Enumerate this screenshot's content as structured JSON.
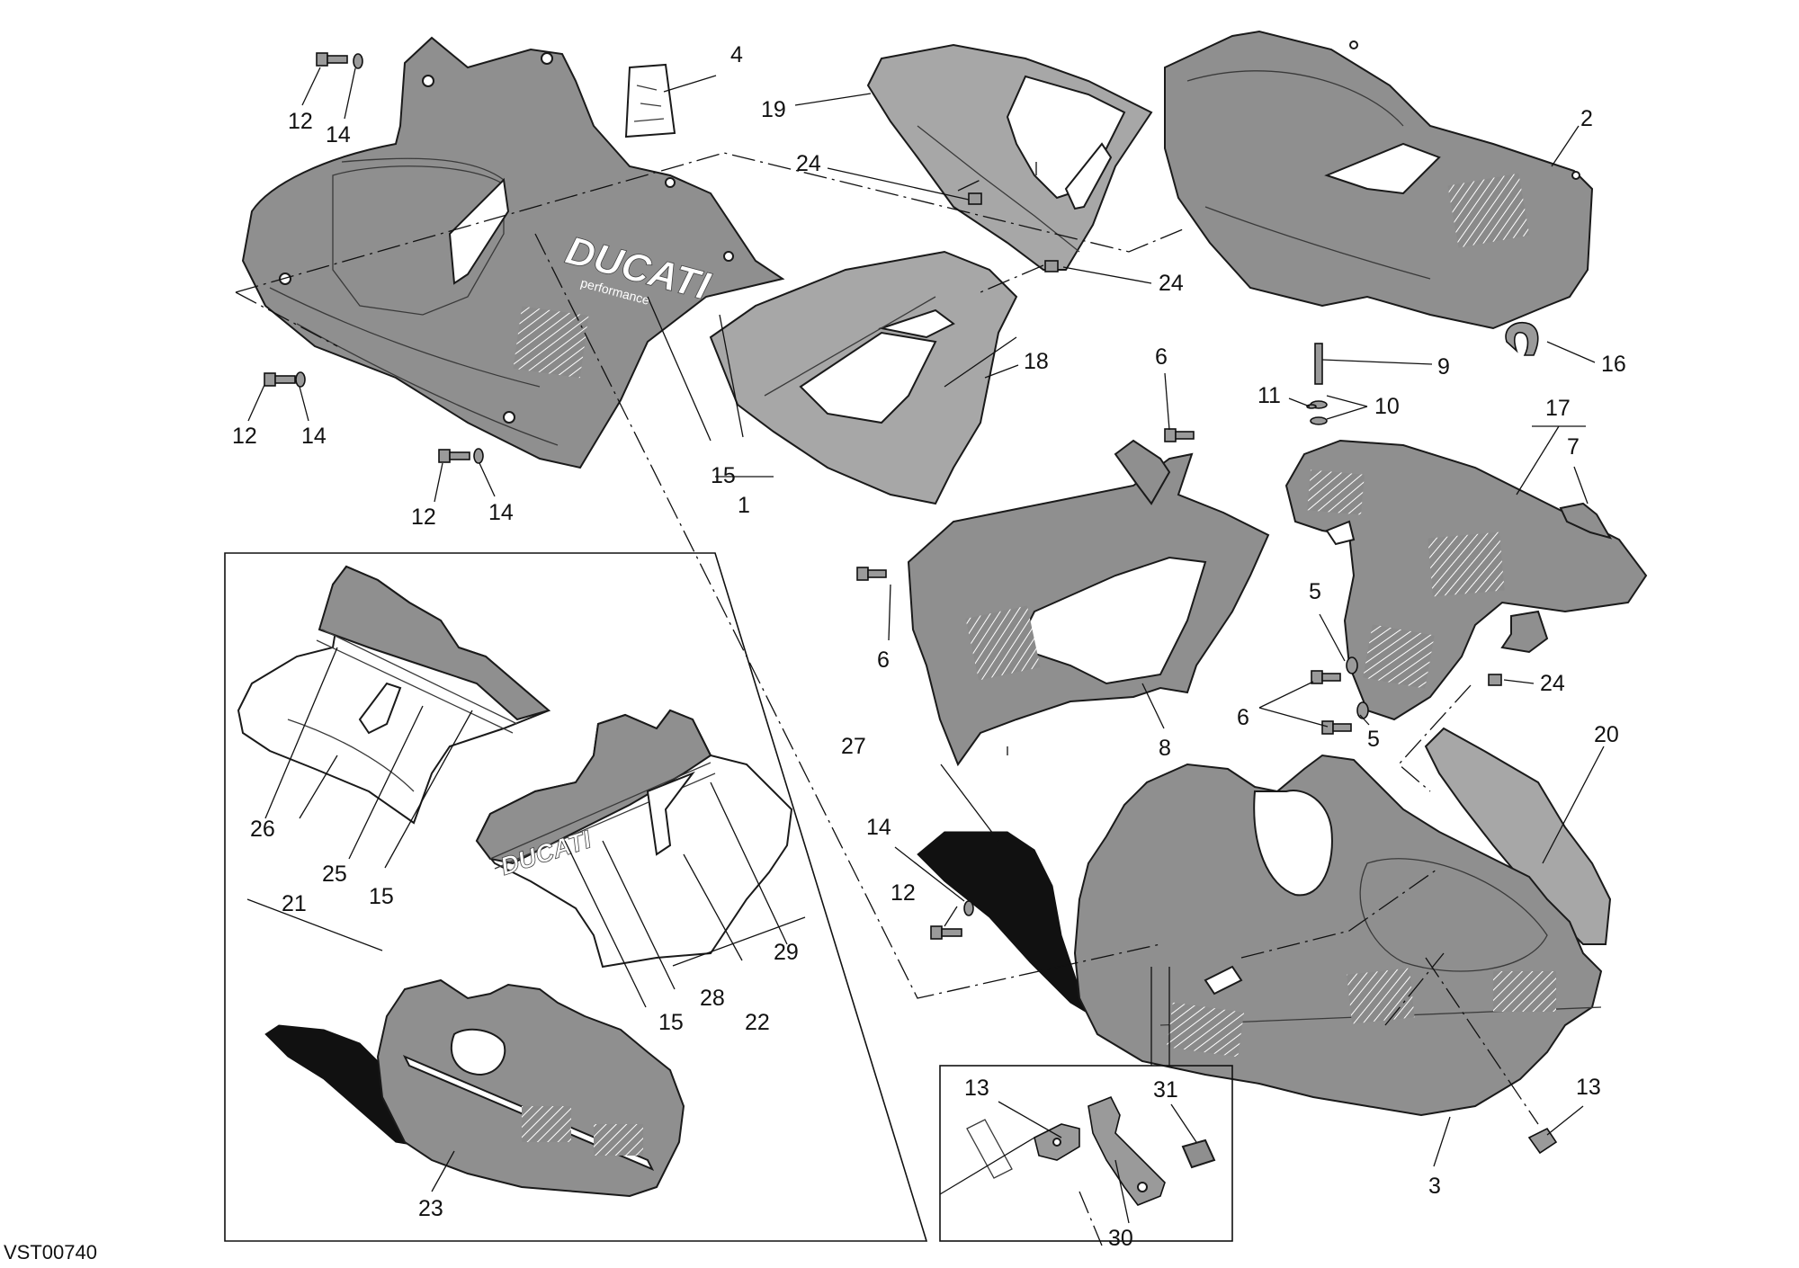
{
  "drawing_code": "VST00740",
  "brand_logo": "DUCATI",
  "callouts": {
    "c1": "1",
    "c2": "2",
    "c3": "3",
    "c4": "4",
    "c5a": "5",
    "c5b": "5",
    "c6a": "6",
    "c6b": "6",
    "c6c": "6",
    "c7": "7",
    "c8": "8",
    "c9": "9",
    "c10": "10",
    "c11": "11",
    "c12a": "12",
    "c12b": "12",
    "c12c": "12",
    "c12d": "12",
    "c13a": "13",
    "c13b": "13",
    "c14a": "14",
    "c14b": "14",
    "c14c": "14",
    "c14d": "14",
    "c15a": "15",
    "c15b": "15",
    "c15c": "15",
    "c16": "16",
    "c17": "17",
    "c18": "18",
    "c19": "19",
    "c20": "20",
    "c21": "21",
    "c22": "22",
    "c23": "23",
    "c24a": "24",
    "c24b": "24",
    "c24c": "24",
    "c25": "25",
    "c26": "26",
    "c27": "27",
    "c28": "28",
    "c29": "29",
    "c30": "30",
    "c31": "31"
  }
}
